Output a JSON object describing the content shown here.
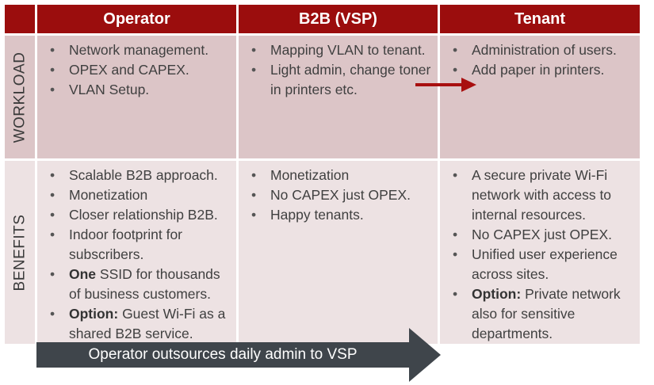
{
  "columns": [
    "Operator",
    "B2B (VSP)",
    "Tenant"
  ],
  "rows": [
    {
      "label": "WORKLOAD",
      "cells": [
        [
          {
            "text": "Network management."
          },
          {
            "text": "OPEX and CAPEX."
          },
          {
            "text": "VLAN Setup."
          }
        ],
        [
          {
            "text": "Mapping VLAN to tenant."
          },
          {
            "text": "Light admin, change toner in printers etc."
          }
        ],
        [
          {
            "text": "Administration of users."
          },
          {
            "text": "Add paper in printers."
          }
        ]
      ]
    },
    {
      "label": "BENEFITS",
      "cells": [
        [
          {
            "text": "Scalable B2B approach."
          },
          {
            "text": "Monetization"
          },
          {
            "text": "Closer relationship B2B."
          },
          {
            "text": "Indoor footprint for subscribers."
          },
          {
            "bold": "One",
            "text": " SSID for thousands of business customers."
          },
          {
            "bold": "Option:",
            "text": " Guest Wi-Fi as a shared B2B service."
          }
        ],
        [
          {
            "text": "Monetization"
          },
          {
            "text": "No CAPEX just OPEX."
          },
          {
            "text": "Happy tenants."
          }
        ],
        [
          {
            "text": "A secure private Wi-Fi network with access to internal resources."
          },
          {
            "text": "No CAPEX just OPEX."
          },
          {
            "text": "Unified user experience across sites."
          },
          {
            "bold": "Option:",
            "text": " Private network also for sensitive departments."
          }
        ]
      ]
    }
  ],
  "bottom_arrow_text": "Operator outsources daily admin to VSP",
  "colors": {
    "header": "#9b0d0d",
    "workload_bg": "#dcc5c7",
    "benefits_bg": "#ede2e3",
    "arrow": "#3f454b",
    "mid_arrow": "#a80f0f"
  }
}
